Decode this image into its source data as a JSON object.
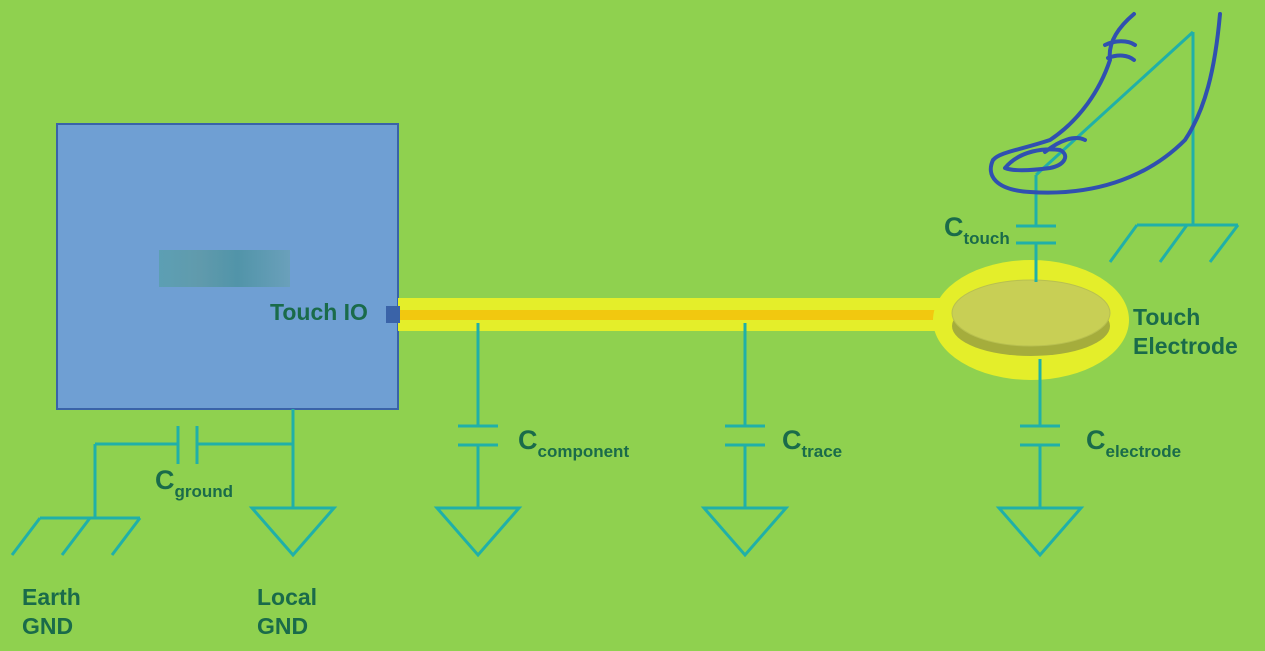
{
  "labels": {
    "touch_io": "Touch IO",
    "touch_electrode_line1": "Touch",
    "touch_electrode_line2": "Electrode",
    "earth_gnd_line1": "Earth",
    "earth_gnd_line2": "GND",
    "local_gnd_line1": "Local",
    "local_gnd_line2": "GND"
  },
  "capacitors": {
    "touch": {
      "main": "C",
      "sub": "touch"
    },
    "ground": {
      "main": "C",
      "sub": "ground"
    },
    "component": {
      "main": "C",
      "sub": "component"
    },
    "trace": {
      "main": "C",
      "sub": "trace"
    },
    "electrode": {
      "main": "C",
      "sub": "electrode"
    }
  },
  "colors": {
    "background": "#8fd14f",
    "chip": "#6f9fd3",
    "wire": "#20b0a8",
    "trace_outer": "#e4ee2a",
    "trace_inner": "#f2c80f",
    "electrode_disk": "#c8cf55",
    "finger": "#3050b0",
    "label": "#1a6b4a"
  }
}
